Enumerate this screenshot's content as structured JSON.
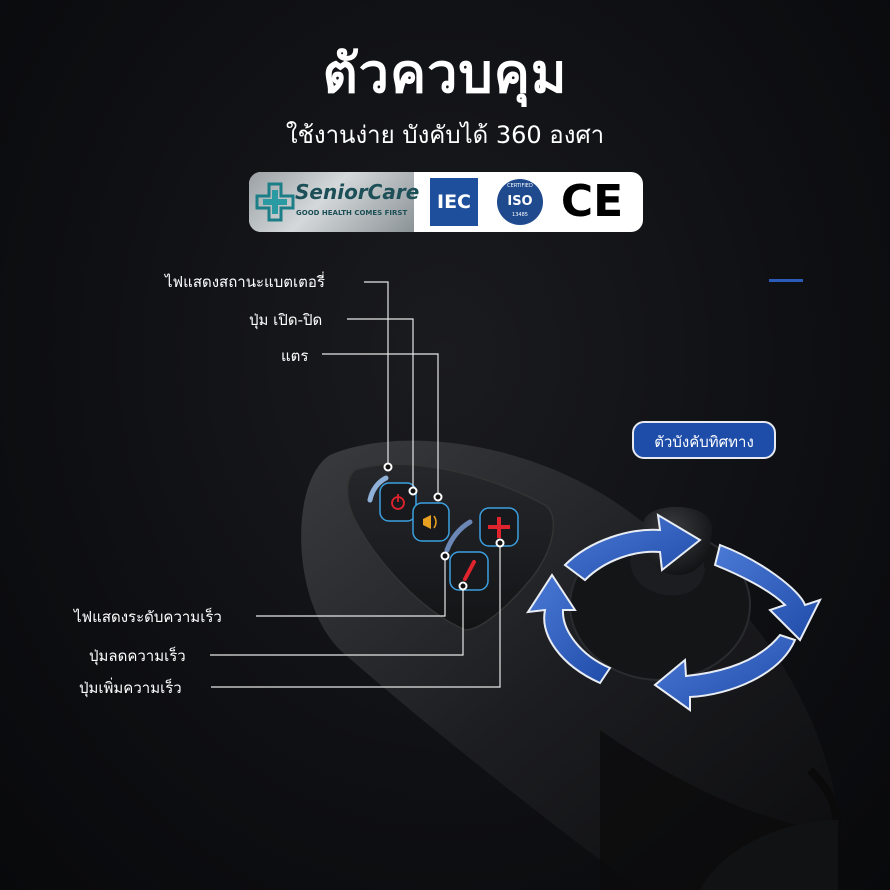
{
  "header": {
    "title": "ตัวควบคุม",
    "subtitle": "ใช้งานง่าย บังคับได้ 360 องศา"
  },
  "badges": {
    "seniorcare_name": "SeniorCare",
    "seniorcare_tagline": "GOOD HEALTH COMES FIRST",
    "iec": "IEC",
    "iso_certified": "CERTIFIED",
    "iso": "ISO",
    "iso_number": "13485",
    "ce": "CE"
  },
  "labels": {
    "battery": "ไฟแสดงสถานะแบตเตอรี่",
    "power": "ปุ่ม เปิด-ปิด",
    "horn": "แตร",
    "joystick": "ตัวบังคับทิศทาง",
    "speed_indicator": "ไฟแสดงระดับความเร็ว",
    "speed_down": "ปุ่มลดความเร็ว",
    "speed_up": "ปุ่มเพิ่มความเร็ว"
  },
  "colors": {
    "accent_blue": "#1d4da8",
    "arrow_blue": "#2f63c4",
    "plus_red": "#e0242e"
  }
}
